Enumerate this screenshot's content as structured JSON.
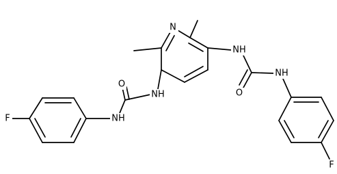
{
  "atoms": {
    "pyridine_n": "N",
    "urea_left_nh_pyridine": "NH",
    "urea_left_o": "O",
    "urea_left_nh_aryl": "NH",
    "fluoro_left": "F",
    "urea_right_nh_pyridine": "NH",
    "urea_right_o": "O",
    "urea_right_nh_aryl": "NH",
    "fluoro_right": "F"
  }
}
